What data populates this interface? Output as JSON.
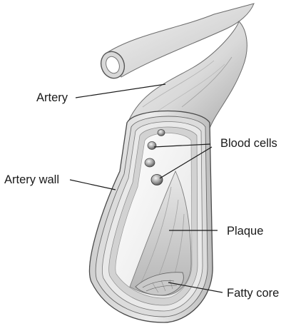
{
  "diagram": {
    "labels": {
      "artery": "Artery",
      "blood_cells": "Blood cells",
      "artery_wall": "Artery wall",
      "plaque": "Plaque",
      "fatty_core": "Fatty core"
    },
    "colors": {
      "line": "#1a1a1a",
      "shade_dark": "#8c8c8c",
      "shade_mid": "#c4c4c4",
      "shade_light": "#e6e6e6",
      "paper": "#ffffff"
    }
  }
}
